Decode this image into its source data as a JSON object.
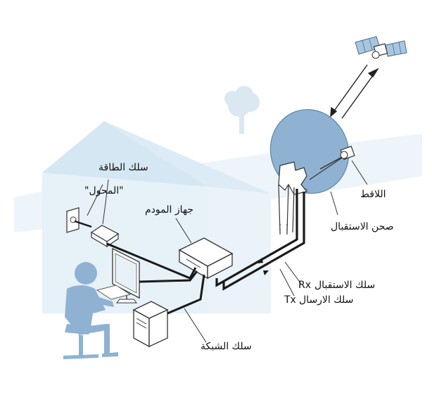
{
  "labels": {
    "power_cable": "سلك الطاقة",
    "adapter": "\"المحول\"",
    "modem": "جهاز المودم",
    "lnb": "اللاقط",
    "dish": "صحن الاستقبال",
    "rx_cable": "سلك الاستقبال",
    "rx_code": "Rx",
    "tx_cable": "سلك الارسال",
    "tx_code": "Tx",
    "network_cable": "سلك الشبكة"
  },
  "colors": {
    "background": "#ffffff",
    "wall": "#e6f1f8",
    "roof": "#d4e7f3",
    "dish": "#8fb2d3",
    "person": "#8fb2d3",
    "cable": "#1a1a1a",
    "text": "#111111"
  }
}
